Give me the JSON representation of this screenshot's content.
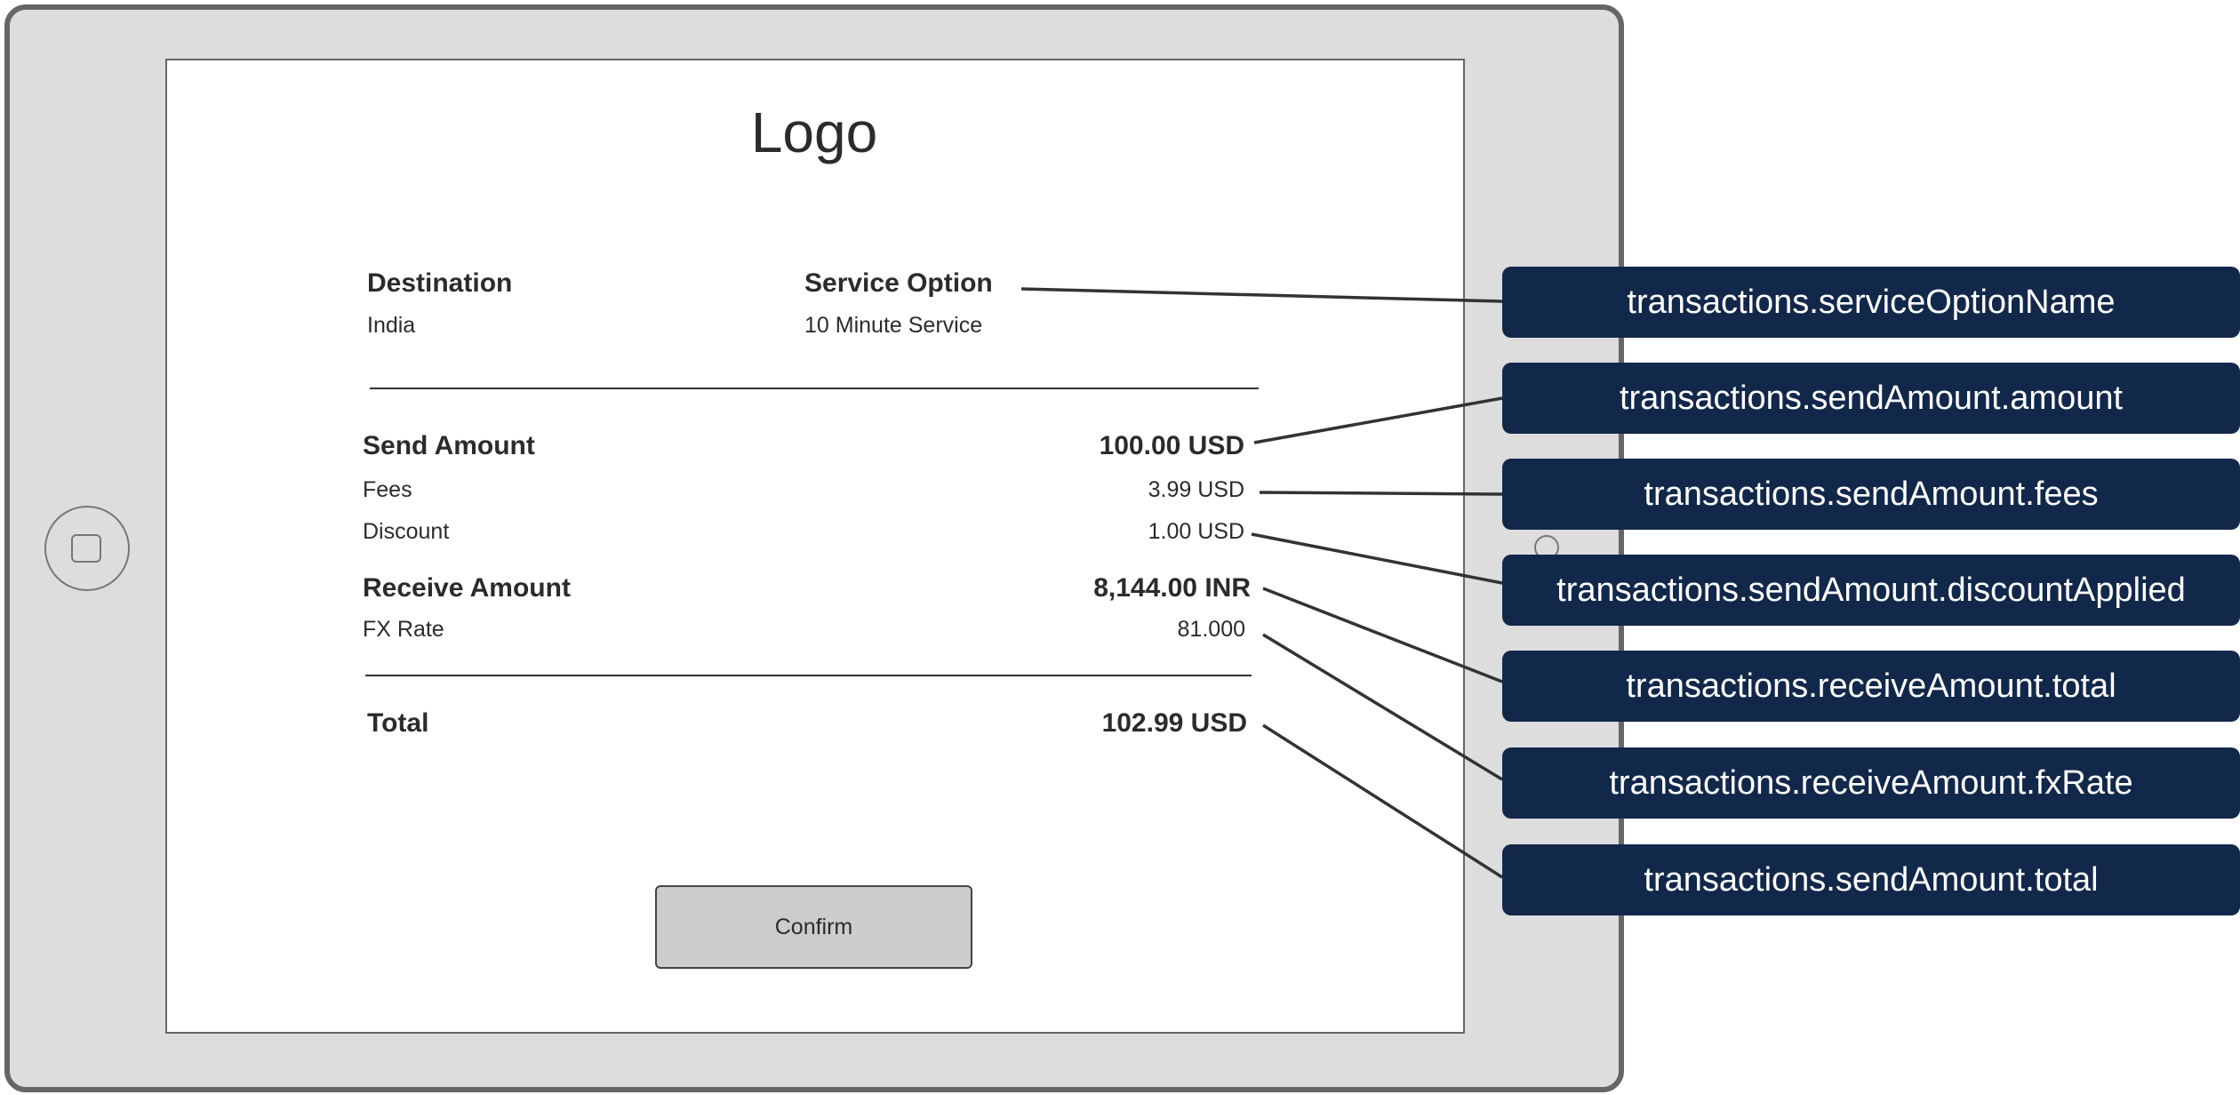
{
  "screen": {
    "logo": "Logo",
    "destination": {
      "label": "Destination",
      "value": "India"
    },
    "service_option": {
      "label": "Service Option",
      "value": "10 Minute Service"
    },
    "send_amount": {
      "label": "Send Amount",
      "value": "100.00 USD"
    },
    "fees": {
      "label": "Fees",
      "value": "3.99 USD"
    },
    "discount": {
      "label": "Discount",
      "value": "1.00 USD"
    },
    "receive_amount": {
      "label": "Receive Amount",
      "value": "8,144.00 INR"
    },
    "fx_rate": {
      "label": "FX Rate",
      "value": "81.000"
    },
    "total": {
      "label": "Total",
      "value": "102.99 USD"
    },
    "confirm_label": "Confirm"
  },
  "annotations": [
    "transactions.serviceOptionName",
    "transactions.sendAmount.amount",
    "transactions.sendAmount.fees",
    "transactions.sendAmount.discountApplied",
    "transactions.receiveAmount.total",
    "transactions.receiveAmount.fxRate",
    "transactions.sendAmount.total"
  ],
  "colors": {
    "annotation_bg": "#12284b",
    "device_frame": "#dddddd"
  }
}
